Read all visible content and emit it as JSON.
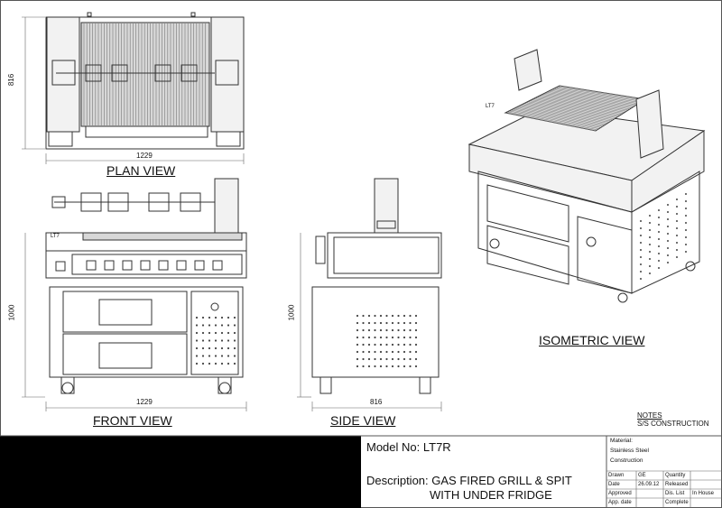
{
  "views": {
    "plan": {
      "label": "PLAN VIEW",
      "width_dim": "1229",
      "depth_dim": "816"
    },
    "front": {
      "label": "FRONT VIEW",
      "width_dim": "1229",
      "height_dim": "1000",
      "badge": "LT7"
    },
    "side": {
      "label": "SIDE VIEW",
      "width_dim": "816",
      "height_dim": "1000"
    },
    "isometric": {
      "label": "ISOMETRIC VIEW",
      "badge": "LT7"
    }
  },
  "notes": {
    "title": "NOTES",
    "text": "S/S CONSTRUCTION"
  },
  "title_block": {
    "model": "Model No: LT7R",
    "description_line1": "Description: GAS FIRED GRILL & SPIT",
    "description_line2": "WITH UNDER FRIDGE",
    "material_label": "Material:",
    "material_line1": "Stainless Steel",
    "material_line2": "Construction",
    "rows": [
      [
        "Drawn",
        "GE",
        "Quantity",
        ""
      ],
      [
        "Date",
        "26.09.12",
        "Released",
        ""
      ],
      [
        "Approved",
        "",
        "Dis. List",
        "In House"
      ],
      [
        "App. date",
        "",
        "Complete",
        ""
      ]
    ]
  }
}
